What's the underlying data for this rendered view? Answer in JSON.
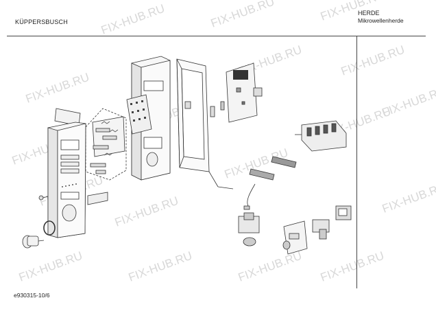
{
  "header": {
    "brand": "KÜPPERSBUSCH",
    "category_line1": "HERDE",
    "category_line2": "Mikrowellenherde"
  },
  "footer": {
    "doc_id": "e930315-10/6"
  },
  "watermark": {
    "text": "FIX-HUB.RU"
  }
}
